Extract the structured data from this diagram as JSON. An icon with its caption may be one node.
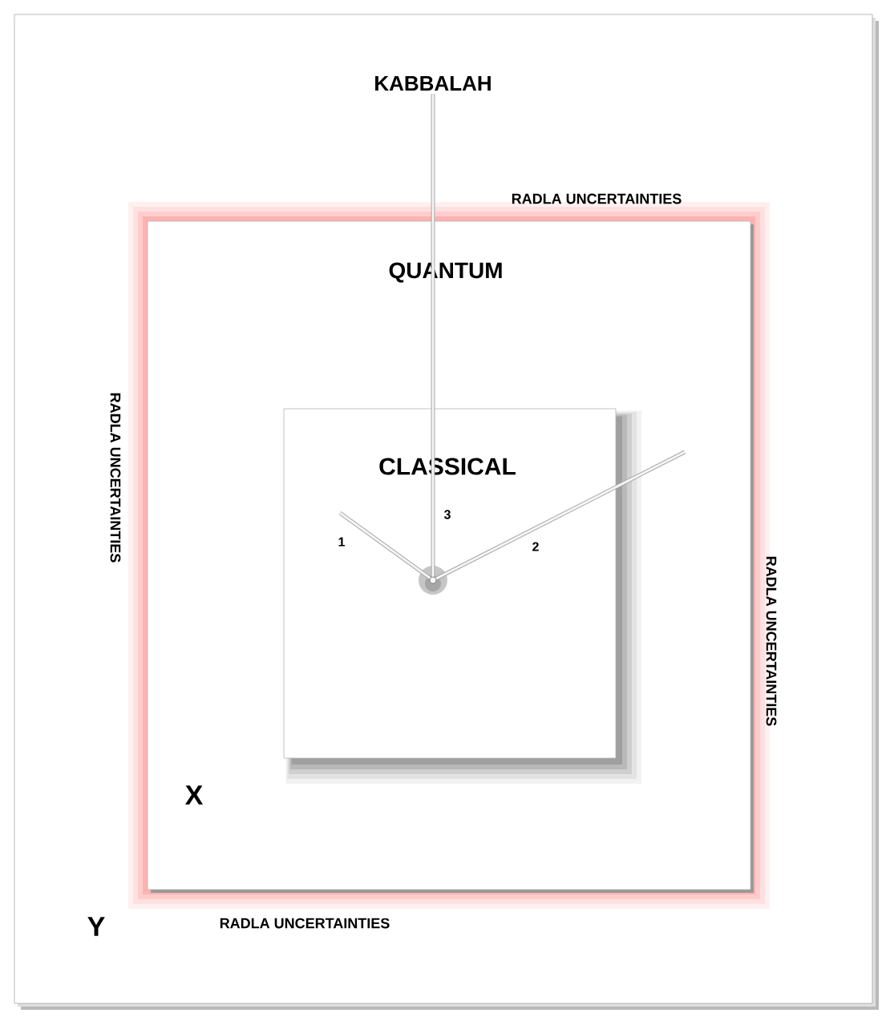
{
  "diagram": {
    "nodes": [
      {
        "text": [
          "QUANTUM"
        ]
      },
      {
        "text": [
          "CLASSICAL"
        ],
        "in": 0
      },
      {
        "text": [],
        "shape": "circle",
        "in": 1
      },
      {
        "text": [
          "KABBALAH"
        ]
      }
    ],
    "edges": [
      {
        "from": 2,
        "to": 3,
        "arrow": "none",
        "label": "3"
      },
      {
        "from": 2,
        "to": null,
        "arrow": "none",
        "label": "1"
      },
      {
        "from": 2,
        "to": null,
        "arrow": "none",
        "label": "2"
      }
    ],
    "labels": [
      "RADLA UNCERTAINTIES",
      "RADLA UNCERTAINTIES",
      "RADLA UNCERTAINTIES",
      "X",
      "Y",
      "RADLA UNCERTAINTIES"
    ]
  }
}
